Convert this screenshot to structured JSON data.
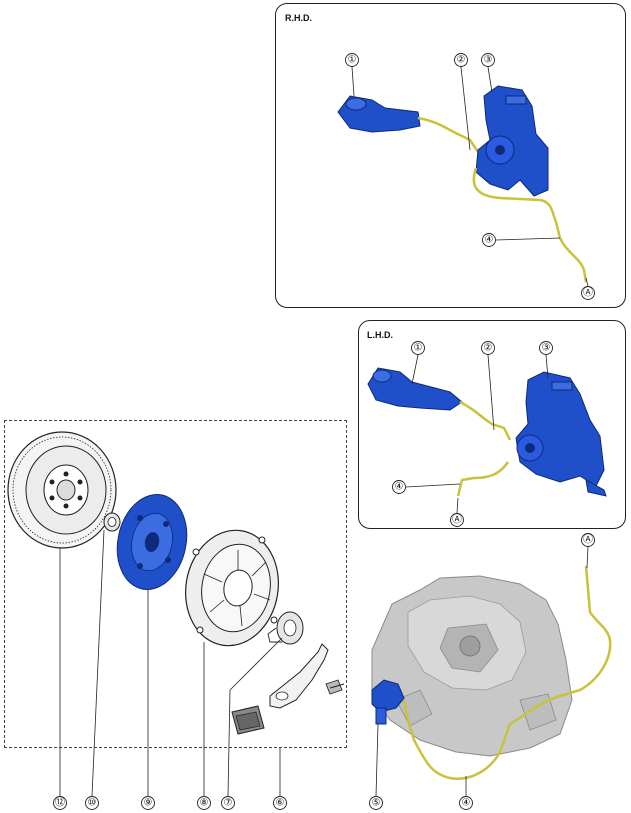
{
  "panels": {
    "rhd_title": "R.H.D.",
    "lhd_title": "L.H.D."
  },
  "callouts": {
    "rhd": [
      "①",
      "②",
      "③",
      "④",
      "Ⓐ"
    ],
    "lhd": [
      "①",
      "②",
      "③",
      "④",
      "Ⓐ"
    ],
    "transmission": [
      "Ⓐ"
    ],
    "bottom": [
      "⑫",
      "⑩",
      "⑨",
      "⑧",
      "⑦",
      "⑥",
      "⑤",
      "④"
    ]
  },
  "colors": {
    "component_blue": "#1f4fc9",
    "pipe_yellow": "#c9c23a",
    "outline": "#222222",
    "transmission_gray": "#c8c8c8"
  }
}
